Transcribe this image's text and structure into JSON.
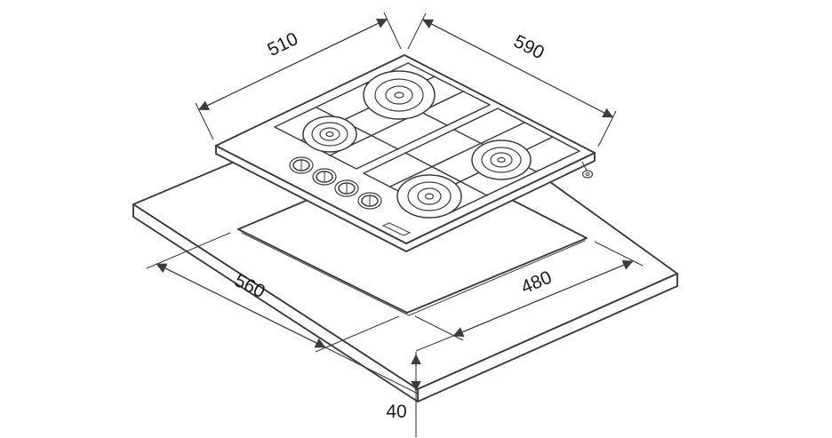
{
  "diagram": {
    "dimensions": {
      "hob_width": {
        "label": "510"
      },
      "hob_depth": {
        "label": "590"
      },
      "cutout_width": {
        "label": "560"
      },
      "cutout_depth": {
        "label": "480"
      },
      "front_clearance": {
        "label": "40"
      }
    },
    "colors": {
      "background": "#ffffff",
      "line": "#3c3c3c",
      "text": "#1a1a1a"
    }
  }
}
